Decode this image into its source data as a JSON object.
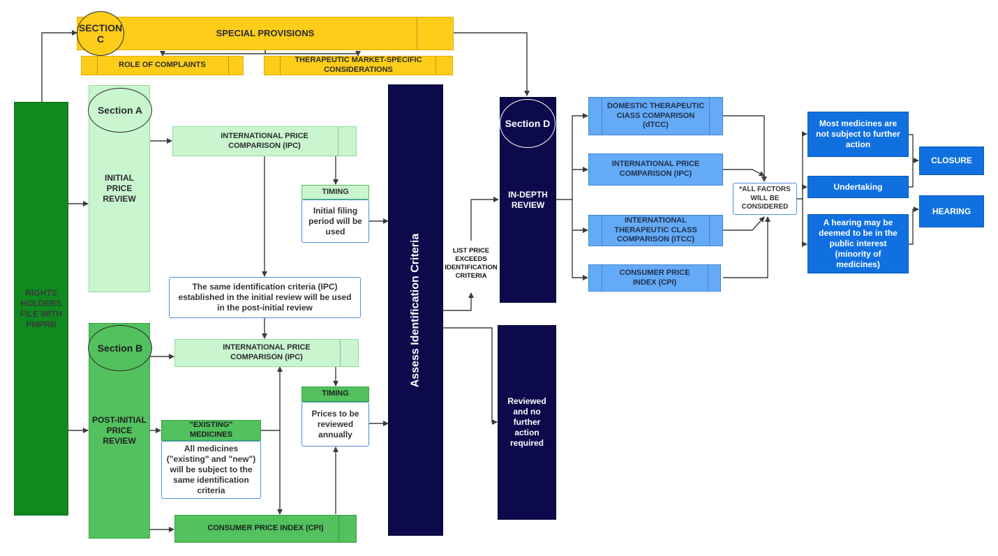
{
  "top": {
    "section_c": "SECTION C",
    "special_provisions": "SPECIAL PROVISIONS",
    "role_of_complaints": "ROLE OF COMPLAINTS",
    "therapeutic_market": "THERAPEUTIC MARKET-SPECIFIC CONSIDERATIONS"
  },
  "left": {
    "rights_holders": "RIGHTS HOLDERS FILE WITH PMPRB"
  },
  "section_a": {
    "label": "Section A",
    "initial_review": "INITIAL PRICE REVIEW",
    "ipc": "INTERNATIONAL PRICE COMPARISON (IPC)",
    "timing": "TIMING",
    "timing_note": "Initial filing period will be used",
    "same_criteria": "The same identification criteria (IPC) established in the initial review will be used in the post-initial review"
  },
  "section_b": {
    "label": "Section B",
    "post_initial_review": "POST-INITIAL PRICE REVIEW",
    "ipc": "INTERNATIONAL PRICE COMPARISON (IPC)",
    "existing_medicines": "\"EXISTING\" MEDICINES",
    "all_medicines_note": "All medicines (\"existing\" and \"new\") will be subject to the same identification criteria",
    "timing": "TIMING",
    "timing_note": "Prices to be reviewed annually",
    "cpi": "CONSUMER PRICE INDEX (CPI)"
  },
  "center": {
    "assess": "Assess Identification Criteria",
    "list_price_exceeds": "LIST PRICE EXCEEDS IDENTIFICATION CRITERIA",
    "reviewed_no_action": "Reviewed and no further action required"
  },
  "section_d": {
    "label": "Section D",
    "in_depth_review": "IN-DEPTH REVIEW",
    "dtcc": "DOMESTIC THERAPEUTIC CIASS COMPARISON (dTCC)",
    "ipc": "INTERNATIONAL PRICE COMPARISON (IPC)",
    "itcc": "INTERNATIONAL THERAPEUTIC CLASS COMPARISON (iTCC)",
    "cpi": "CONSUMER PRICE INDEX (CPI)",
    "all_factors": "*ALL FACTORS WILL BE CONSIDERED"
  },
  "outcomes": {
    "most_medicines": "Most medicines are not subject to further action",
    "undertaking": "Undertaking",
    "hearing_note": "A hearing may be deemed to be in the public interest (minority of medicines)",
    "closure": "CLOSURE",
    "hearing": "HEARING"
  },
  "colors": {
    "yellow": "#fdcd1a",
    "dark_green": "#0e8a1f",
    "light_green": "#c9f5cf",
    "mid_green": "#52c15e",
    "navy": "#0c0a4b",
    "light_blue": "#64aaf7",
    "dark_blue": "#1070e0",
    "connector": "#3c3c3c"
  }
}
